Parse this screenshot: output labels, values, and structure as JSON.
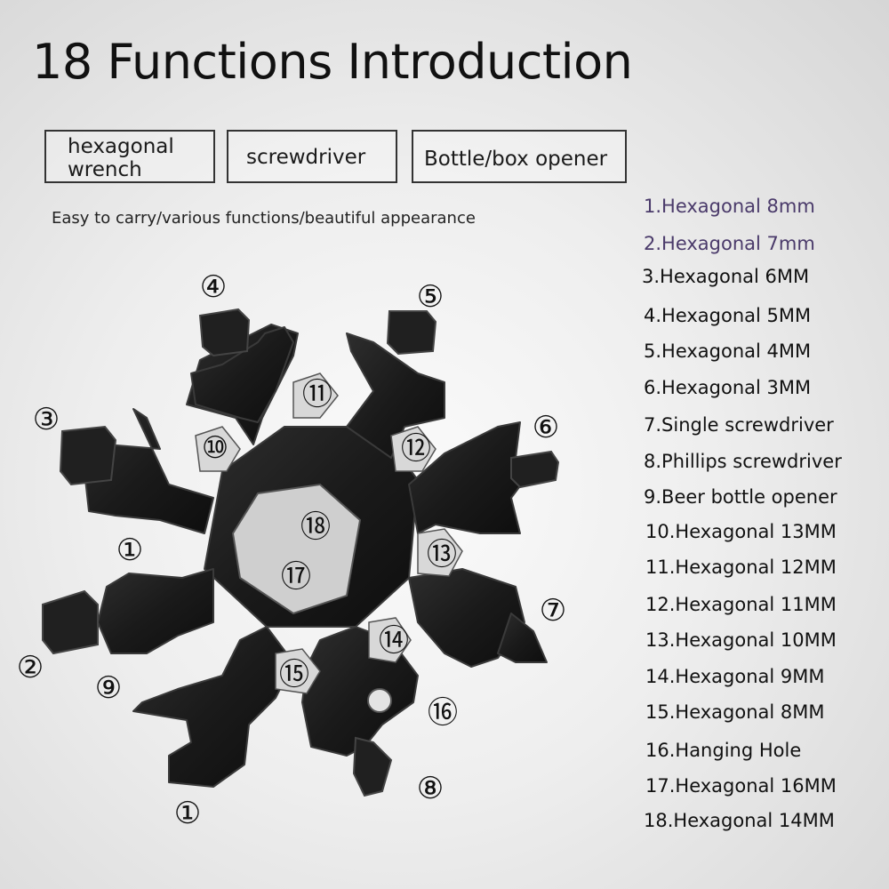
{
  "title": "18 Functions Introduction",
  "feature_boxes": [
    {
      "line1": "hexagonal",
      "line2": "wrench"
    },
    {
      "line1": "screwdriver"
    },
    {
      "line1": "Bottle/box opener"
    }
  ],
  "tagline": "Easy to carry/various functions/beautiful appearance",
  "functions": [
    "1.Hexagonal 8mm",
    "2.Hexagonal 7mm",
    "3.Hexagonal 6MM",
    "4.Hexagonal 5MM",
    "5.Hexagonal 4MM",
    "6.Hexagonal 3MM",
    "7.Single screwdriver",
    "8.Phillips screwdriver",
    "9.Beer bottle opener",
    "10.Hexagonal 13MM",
    "11.Hexagonal 12MM",
    "12.Hexagonal 11MM",
    "13.Hexagonal 10MM",
    "14.Hexagonal 9MM",
    "15.Hexagonal 8MM",
    "16.Hanging Hole",
    "17.Hexagonal 16MM",
    "18.Hexagonal 14MM"
  ],
  "callouts": [
    "①",
    "②",
    "③",
    "④",
    "⑤",
    "⑥",
    "⑦",
    "⑧",
    "⑨",
    "⑩",
    "⑪",
    "⑫",
    "⑬",
    "⑭",
    "⑮",
    "⑯",
    "⑰",
    "⑱",
    "①"
  ],
  "colors": {
    "tool": "#1c1c1c",
    "tool_edge": "#3a3a3a",
    "accent_text": "#4a3a6a"
  }
}
